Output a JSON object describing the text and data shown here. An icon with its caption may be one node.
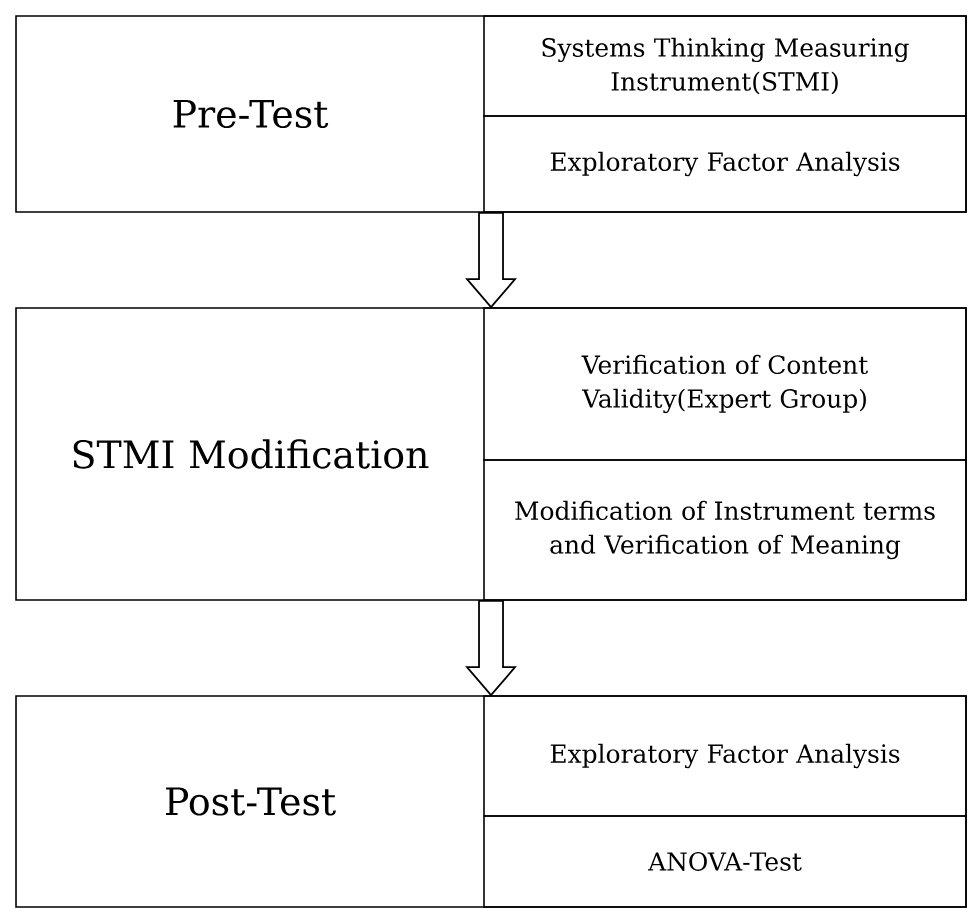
{
  "diagram": {
    "nodes": [
      {
        "text": [
          "Pre-Test"
        ]
      },
      {
        "text": [
          "Systems Thinking Measuring Instrument(STMI)"
        ],
        "in": 0
      },
      {
        "text": [
          "Exploratory Factor Analysis"
        ],
        "in": 0
      },
      {
        "text": [
          "STMI Modification"
        ]
      },
      {
        "text": [
          "Verification of Content Validity(Expert Group)"
        ],
        "in": 3
      },
      {
        "text": [
          "Modification of Instrument terms and Verification of Meaning"
        ],
        "in": 3
      },
      {
        "text": [
          "Post-Test"
        ]
      },
      {
        "text": [
          "Exploratory Factor Analysis"
        ],
        "in": 6
      },
      {
        "text": [
          "ANOVA-Test"
        ],
        "in": 6
      }
    ],
    "edges": [
      {
        "from": 0,
        "to": 3,
        "arrow": "to"
      },
      {
        "from": 3,
        "to": 6,
        "arrow": "to"
      }
    ]
  }
}
